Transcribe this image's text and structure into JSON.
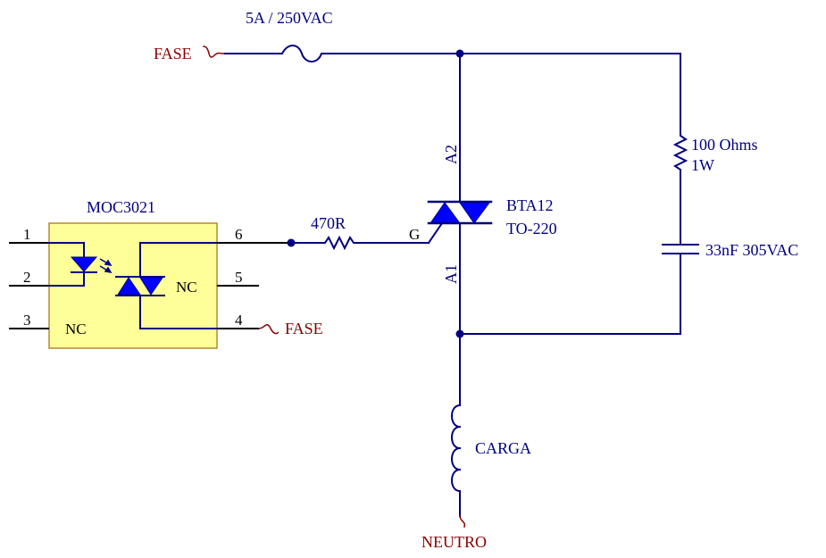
{
  "colors": {
    "wire": "#000080",
    "net_label": "#8b0000",
    "ic_fill": "#ffff99",
    "ic_border": "#b38a2e",
    "device": "#0000ff",
    "pin_line": "#000000"
  },
  "labels": {
    "fuse": "5A / 250VAC",
    "fase_top": "FASE",
    "fase_right": "FASE",
    "ic_name": "MOC3021",
    "resistor_gate": "470R",
    "gate": "G",
    "triac_a2": "A2",
    "triac_a1": "A1",
    "triac_part": "BTA12",
    "triac_package": "TO-220",
    "resistor_snubber_value": "100 Ohms",
    "resistor_snubber_power": "1W",
    "capacitor": "33nF 305VAC",
    "load": "CARGA",
    "neutral": "NEUTRO",
    "nc_left": "NC",
    "nc_right": "NC"
  },
  "pins": [
    "1",
    "2",
    "3",
    "4",
    "5",
    "6"
  ]
}
